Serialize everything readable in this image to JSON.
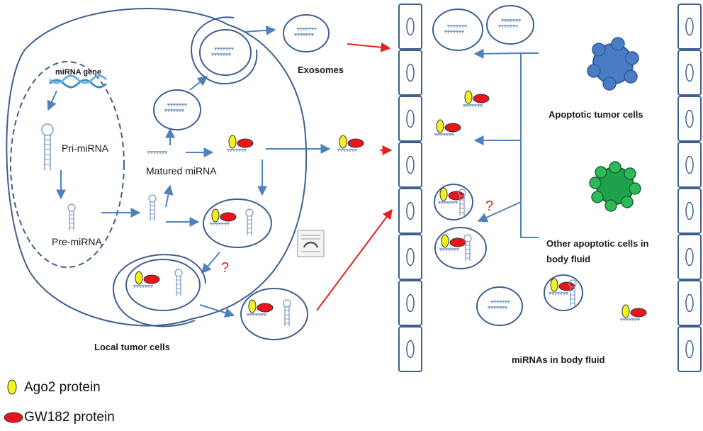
{
  "labels": {
    "mirna_gene": "miRNA gene",
    "pri_mirna": "Pri-miRNA",
    "pre_mirna": "Pre-miRNA",
    "matured_mirna": "Matured miRNA",
    "exosomes": "Exosomes",
    "local_tumor_cells": "Local tumor cells",
    "apoptotic_tumor_cells": "Apoptotic tumor cells",
    "other_apoptotic_cells_line1": "Other apoptotic cells in",
    "other_apoptotic_cells_line2": "body fluid",
    "mirnas_in_body_fluid": "miRNAs in body fluid",
    "question_mark": "?"
  },
  "legend": {
    "ago2": "Ago2 protein",
    "gw182": "GW182 protein"
  },
  "colors": {
    "outline": "#3f5f8f",
    "arrow_blue": "#4f81bd",
    "arrow_red": "#e3221c",
    "ago2": "#f2f21e",
    "gw182": "#e8151b",
    "apoptotic_tumor": "#4a7cc6",
    "other_apoptotic": "#1fa04a"
  }
}
